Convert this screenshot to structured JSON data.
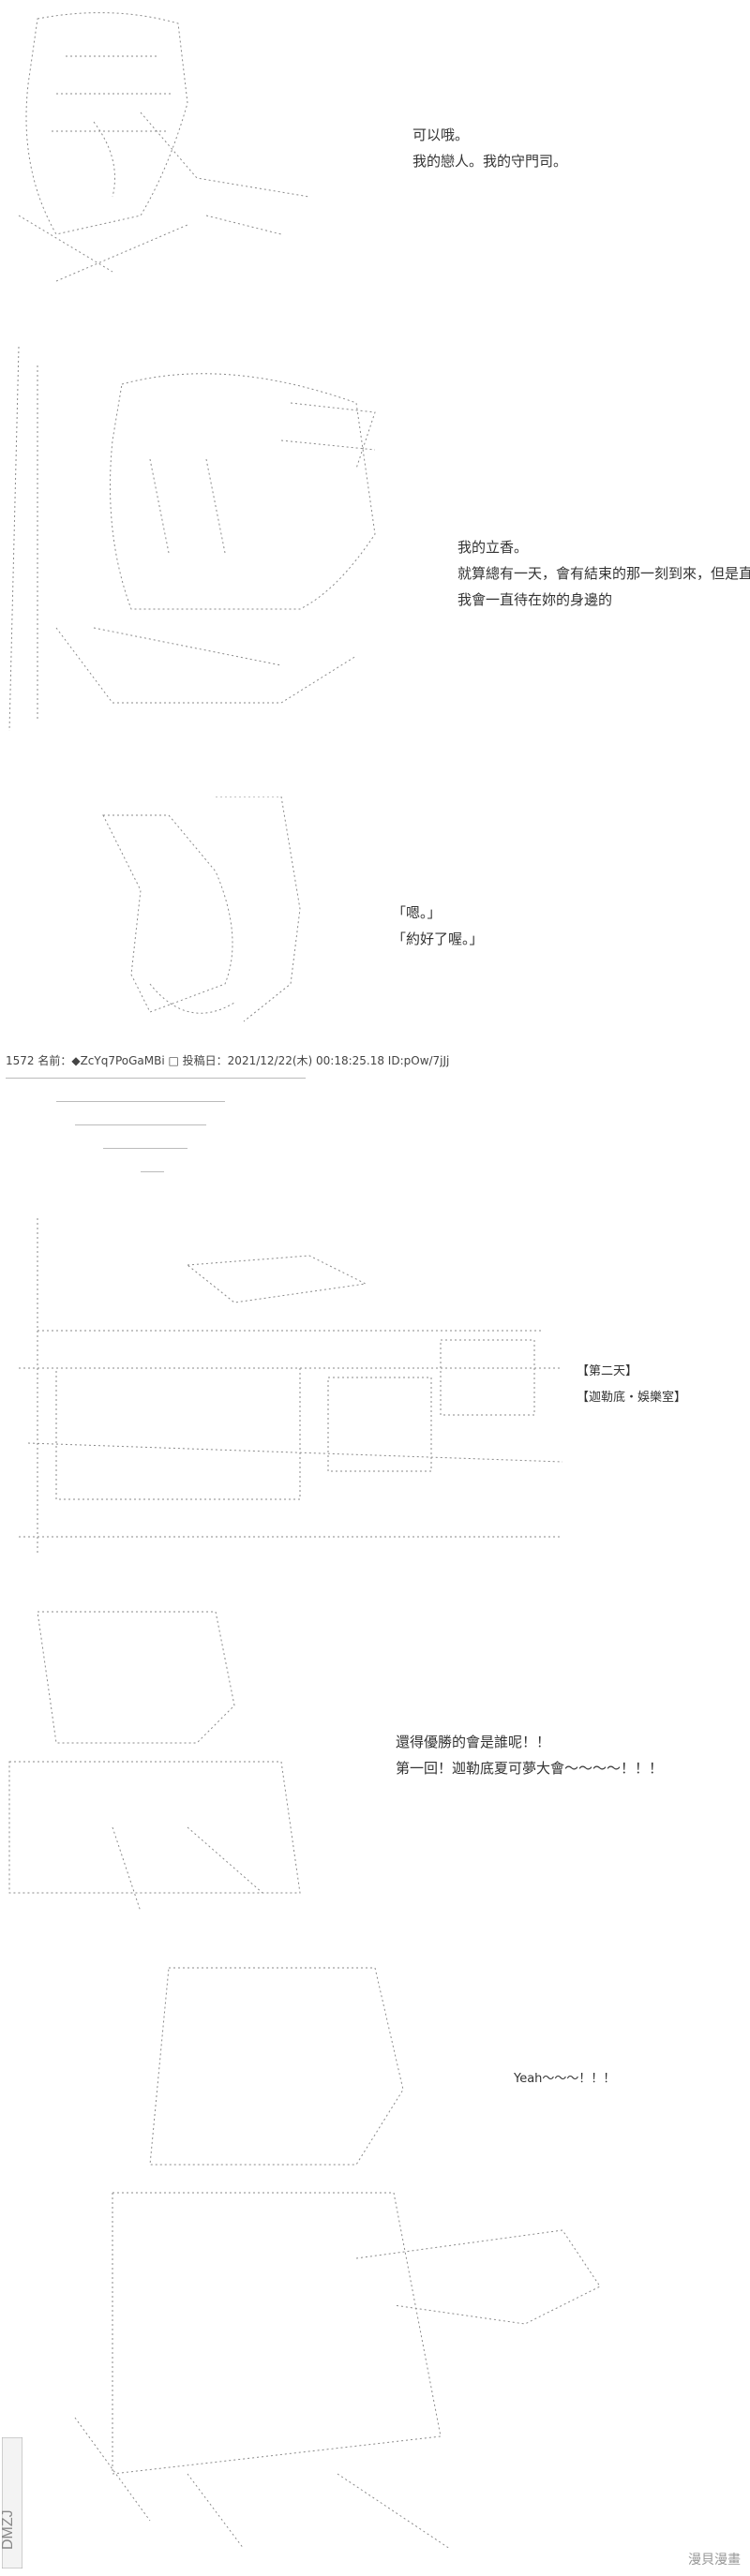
{
  "panel1": {
    "dialog": [
      "可以哦。",
      "我的戀人。我的守門司。"
    ]
  },
  "panel2": {
    "dialog": [
      "我的立香。",
      "就算總有一天，會有結束的那一刻到來，但是直到最後……",
      "我會一直待在妳的身邊的"
    ]
  },
  "panel3": {
    "dialog": [
      "「嗯。」",
      "「約好了喔。」"
    ]
  },
  "post": {
    "header": "1572 名前：◆ZcYq7PoGaMBi □ 投稿日：2021/12/22(木) 00:18:25.18 ID:pOw/7jJj"
  },
  "panel4": {
    "dialog": [
      "【第二天】",
      "【迦勒底・娛樂室】"
    ]
  },
  "panel5": {
    "dialog": [
      "還得優勝的會是誰呢！！",
      "第一回！迦勒底夏可夢大會～～～～！！！"
    ]
  },
  "panel6": {
    "dialog": [
      "Yeah～～～！！！"
    ]
  },
  "watermark": {
    "left_logo": "DMZJ",
    "right_text": "漫貝漫畫"
  }
}
